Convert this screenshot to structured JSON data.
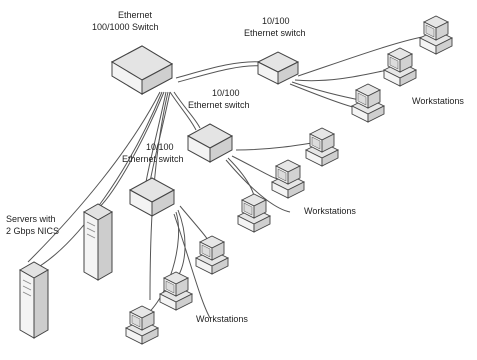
{
  "labels": {
    "core_switch_line1": "Ethernet",
    "core_switch_line2": "100/1000 Switch",
    "switch_a_line1": "10/100",
    "switch_a_line2": "Ethernet switch",
    "switch_b_line1": "10/100",
    "switch_b_line2": "Ethernet switch",
    "switch_c_line1": "10/100",
    "switch_c_line2": "Ethernet switch",
    "servers_line1": "Servers with",
    "servers_line2": "2 Gbps NICS",
    "workstations_a": "Workstations",
    "workstations_b": "Workstations",
    "workstations_c": "Workstations"
  },
  "colors": {
    "line": "#555555",
    "device_fill": "#f2f2f2",
    "device_side": "#cfcfcf",
    "device_top": "#e4e4e4"
  }
}
